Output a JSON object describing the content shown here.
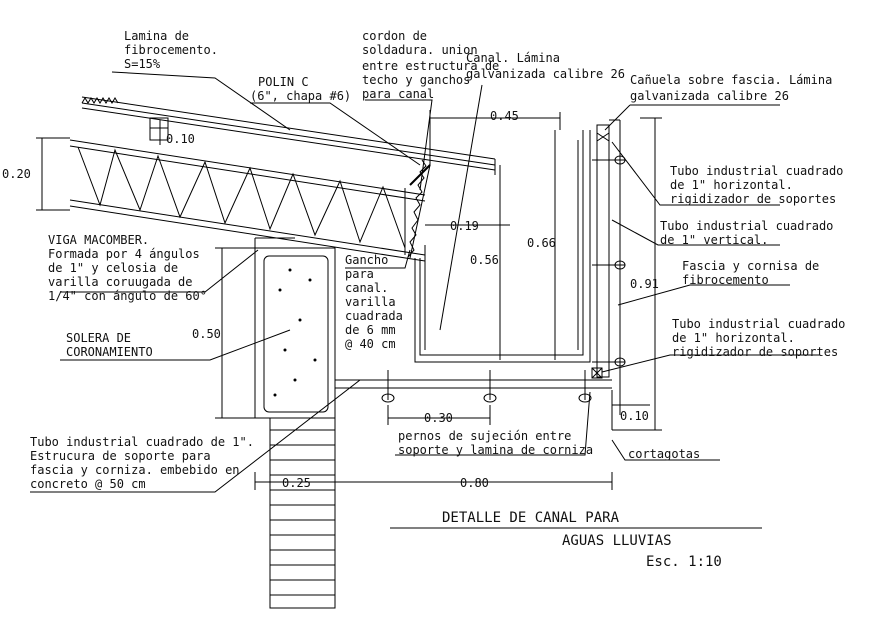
{
  "labels": {
    "lamina_1": "Lamina de",
    "lamina_2": "fibrocemento.",
    "lamina_3": "S=15%",
    "polin_1": "POLIN C",
    "polin_2": "(6\", chapa #6)",
    "cordon_1": "cordon de",
    "cordon_2": "soldadura. union",
    "cordon_3": "entre estructura de",
    "cordon_4": "techo y ganchos",
    "cordon_5": "para canal",
    "canal_1": "Canal. Lámina",
    "canal_2": "galvanizada calibre 26",
    "canuela_1": "Cañuela sobre fascia. Lámina",
    "canuela_2": "galvanizada calibre 26",
    "tubo_h_1": "Tubo industrial cuadrado",
    "tubo_h_2": "de 1\" horizontal.",
    "tubo_h_3": "rigidizador de soportes",
    "tubo_v_1": "Tubo industrial cuadrado",
    "tubo_v_2": "de 1\" vertical.",
    "fascia_1": "Fascia y cornisa de",
    "fascia_2": "fibrocemento",
    "tubo_h2_1": "Tubo industrial cuadrado",
    "tubo_h2_2": "de 1\" horizontal.",
    "tubo_h2_3": "rigidizador de soportes",
    "viga_1": "VIGA MACOMBER.",
    "viga_2": "Formada por 4 ángulos",
    "viga_3": "de 1\" y celosia de",
    "viga_4": "varilla coruugada de",
    "viga_5": "1/4\" con ángulo de 60°",
    "gancho_1": "Gancho",
    "gancho_2": "para",
    "gancho_3": "canal.",
    "gancho_4": "varilla",
    "gancho_5": "cuadrada",
    "gancho_6": "de 6 mm",
    "gancho_7": "@ 40 cm",
    "solera_1": "SOLERA DE",
    "solera_2": "CORONAMIENTO",
    "tubo_s_1": "Tubo industrial cuadrado de 1\".",
    "tubo_s_2": "Estrucura de soporte para",
    "tubo_s_3": "fascia y corniza. embebido en",
    "tubo_s_4": "concreto @ 50 cm",
    "pernos_1": "pernos de sujeción entre",
    "pernos_2": "soporte y lamina de corniza",
    "cortagotas": "cortagotas"
  },
  "dimensions": {
    "d010_top": "0.10",
    "d020": "0.20",
    "d045": "0.45",
    "d019": "0.19",
    "d056": "0.56",
    "d066": "0.66",
    "d091": "0.91",
    "d050": "0.50",
    "d030": "0.30",
    "d010_bot": "0.10",
    "d025": "0.25",
    "d080": "0.80"
  },
  "title": {
    "line1": "DETALLE DE CANAL PARA",
    "line2": "AGUAS LLUVIAS",
    "scale": "Esc. 1:10"
  }
}
